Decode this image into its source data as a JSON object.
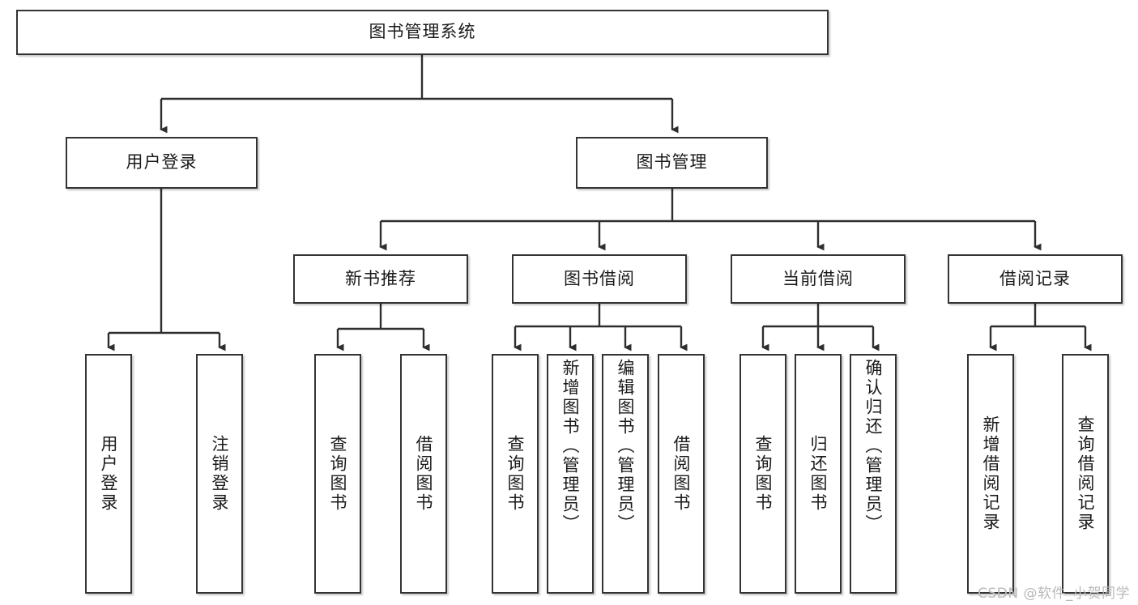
{
  "diagram": {
    "title": "图书管理系统",
    "type": "tree-hierarchy",
    "watermark": "CSDN @软件_小贺同学",
    "colors": {
      "box_border": "#333333",
      "box_fill": "#ffffff",
      "edge": "#333333",
      "text": "#1a1a1a",
      "watermark": "#b9b9b9"
    },
    "levels": {
      "root": "图书管理系统",
      "level2": [
        "用户登录",
        "图书管理"
      ],
      "level3": [
        "新书推荐",
        "图书借阅",
        "当前借阅",
        "借阅记录"
      ]
    },
    "nodes": {
      "root": {
        "label": "图书管理系统"
      },
      "user_login": {
        "label": "用户登录"
      },
      "book_mgmt": {
        "label": "图书管理"
      },
      "new_book_rec": {
        "label": "新书推荐"
      },
      "book_borrow": {
        "label": "图书借阅"
      },
      "current_borrow": {
        "label": "当前借阅"
      },
      "borrow_record": {
        "label": "借阅记录"
      },
      "leaf_user_login": {
        "label": "用户登录"
      },
      "leaf_logout": {
        "label": "注销登录"
      },
      "leaf_query_book_a": {
        "label": "查询图书"
      },
      "leaf_borrow_book_a": {
        "label": "借阅图书"
      },
      "leaf_query_book_b": {
        "label": "查询图书"
      },
      "leaf_add_book": {
        "label": "新增图书（管理员）"
      },
      "leaf_edit_book": {
        "label": "编辑图书（管理员）"
      },
      "leaf_borrow_book_b": {
        "label": "借阅图书"
      },
      "leaf_query_book_c": {
        "label": "查询图书"
      },
      "leaf_return_book": {
        "label": "归还图书"
      },
      "leaf_confirm_return": {
        "label": "确认归还（管理员）"
      },
      "leaf_add_record": {
        "label": "新增借阅记录"
      },
      "leaf_query_record": {
        "label": "查询借阅记录"
      }
    },
    "edges": [
      {
        "from": "root",
        "to": "user_login"
      },
      {
        "from": "root",
        "to": "book_mgmt"
      },
      {
        "from": "user_login",
        "to": "leaf_user_login"
      },
      {
        "from": "user_login",
        "to": "leaf_logout"
      },
      {
        "from": "book_mgmt",
        "to": "new_book_rec"
      },
      {
        "from": "book_mgmt",
        "to": "book_borrow"
      },
      {
        "from": "book_mgmt",
        "to": "current_borrow"
      },
      {
        "from": "book_mgmt",
        "to": "borrow_record"
      },
      {
        "from": "new_book_rec",
        "to": "leaf_query_book_a"
      },
      {
        "from": "new_book_rec",
        "to": "leaf_borrow_book_a"
      },
      {
        "from": "book_borrow",
        "to": "leaf_query_book_b"
      },
      {
        "from": "book_borrow",
        "to": "leaf_add_book"
      },
      {
        "from": "book_borrow",
        "to": "leaf_edit_book"
      },
      {
        "from": "book_borrow",
        "to": "leaf_borrow_book_b"
      },
      {
        "from": "current_borrow",
        "to": "leaf_query_book_c"
      },
      {
        "from": "current_borrow",
        "to": "leaf_return_book"
      },
      {
        "from": "current_borrow",
        "to": "leaf_confirm_return"
      },
      {
        "from": "borrow_record",
        "to": "leaf_add_record"
      },
      {
        "from": "borrow_record",
        "to": "leaf_query_record"
      }
    ]
  }
}
